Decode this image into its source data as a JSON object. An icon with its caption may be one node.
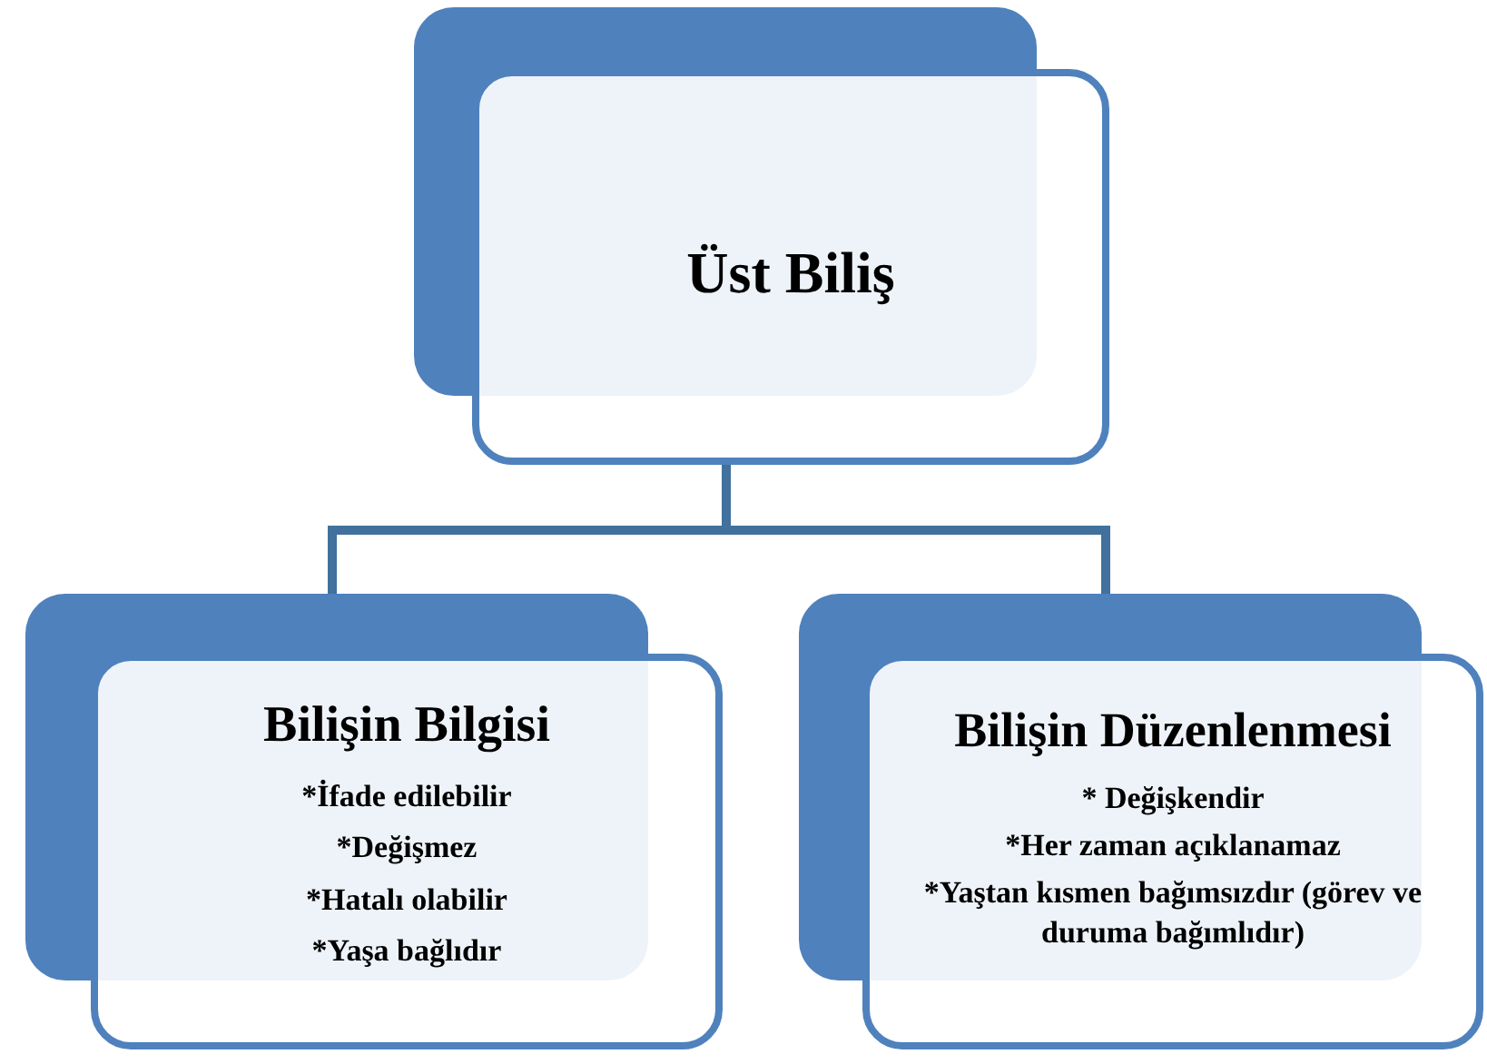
{
  "diagram": {
    "nodes": [
      {
        "text": [
          "Üst Biliş"
        ]
      },
      {
        "text": [
          "Bilişin Bilgisi",
          "*İfade edilebilir",
          "*Değişmez",
          "*Hatalı olabilir",
          "*Yaşa bağlıdır"
        ]
      },
      {
        "text": [
          "Bilişin Düzenlenmesi",
          "* Değişkendir",
          "*Her zaman açıklanamaz",
          "*Yaştan kısmen bağımsızdır (görev ve duruma bağımlıdır)"
        ]
      }
    ],
    "edges": [
      {
        "from": 0,
        "to": 1,
        "arrow": "none"
      },
      {
        "from": 0,
        "to": 2,
        "arrow": "none"
      }
    ]
  }
}
